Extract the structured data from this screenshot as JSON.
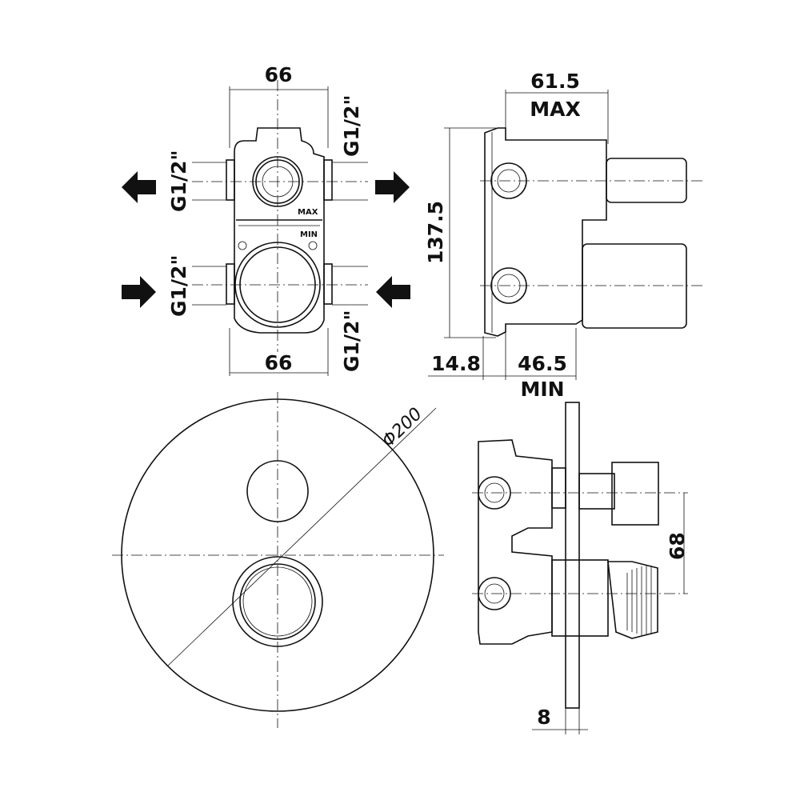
{
  "front_view": {
    "width_top": "66",
    "width_bottom": "66",
    "thread_left_top": "G1/2\"",
    "thread_right_top": "G1/2\"",
    "thread_left_bottom": "G1/2\"",
    "thread_right_bottom": "G1/2\"",
    "label_max": "MAX",
    "label_min": "MIN"
  },
  "side_view": {
    "depth_max": "61.5",
    "depth_max_label": "MAX",
    "height": "137.5",
    "offset": "14.8",
    "depth_min": "46.5",
    "depth_min_label": "MIN"
  },
  "plate_view": {
    "diameter": "Φ200"
  },
  "assembly_side_view": {
    "spacing": "68",
    "plate_thickness": "8"
  }
}
